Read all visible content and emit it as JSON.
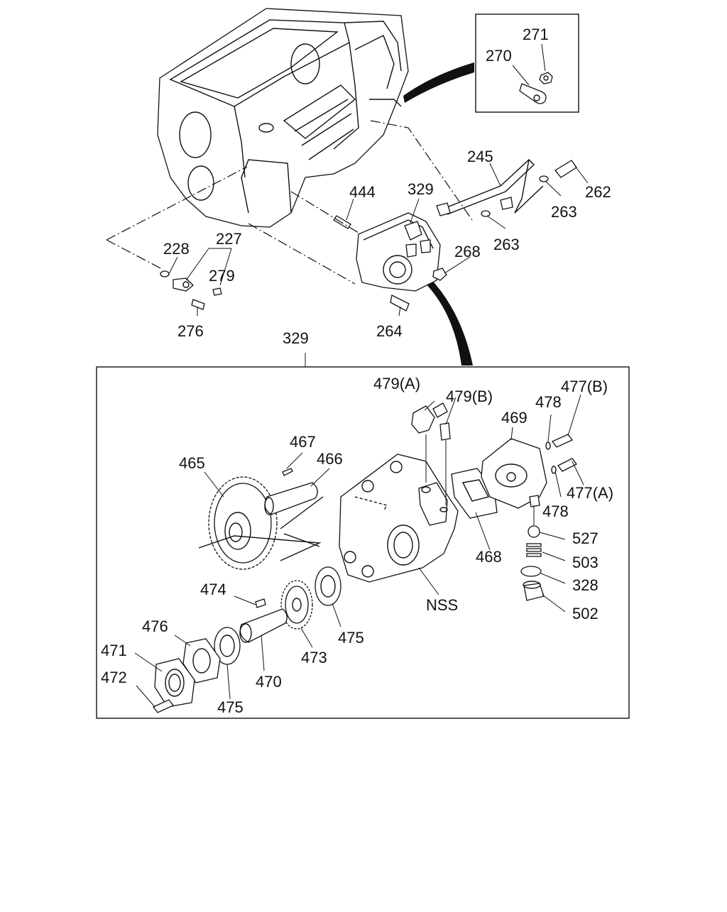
{
  "callouts": {
    "c271": "271",
    "c270": "270",
    "c245": "245",
    "c262": "262",
    "c263a": "263",
    "c263b": "263",
    "c444": "444",
    "c329a": "329",
    "c268": "268",
    "c227": "227",
    "c228": "228",
    "c279": "279",
    "c276": "276",
    "c264": "264",
    "c329b": "329",
    "c479a": "479(A)",
    "c479b": "479(B)",
    "c477b": "477(B)",
    "c478a": "478",
    "c469": "469",
    "c467": "467",
    "c466": "466",
    "c465": "465",
    "c477a": "477(A)",
    "c478b": "478",
    "c527": "527",
    "c503": "503",
    "c468": "468",
    "c328": "328",
    "c474": "474",
    "cnss": "NSS",
    "c502": "502",
    "c476": "476",
    "c475a": "475",
    "c471": "471",
    "c473": "473",
    "c472": "472",
    "c470": "470",
    "c475b": "475"
  }
}
